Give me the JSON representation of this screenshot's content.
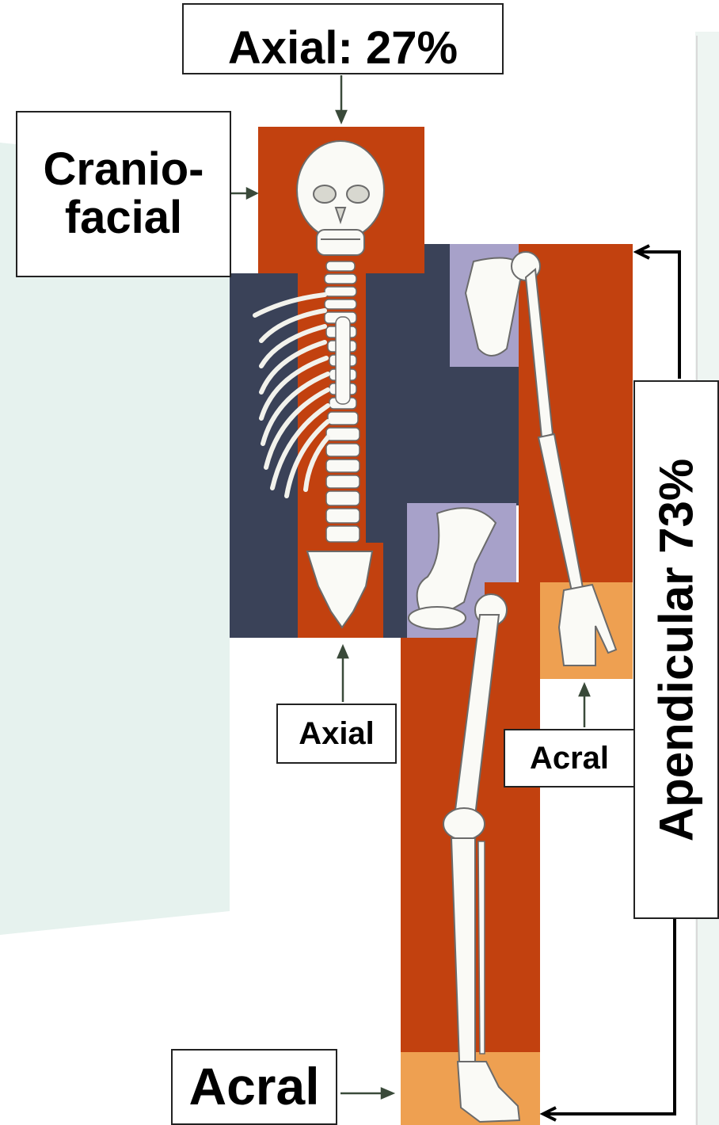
{
  "labels": {
    "axial_total": "Axial: 27%",
    "craniofacial_line1": "Cranio-",
    "craniofacial_line2": "facial",
    "axial": "Axial",
    "acral_hand": "Acral",
    "acral_foot": "Acral",
    "apendicular_total": "Apendicular 73%"
  },
  "colors": {
    "axial_region": "#c2410f",
    "trunk_region": "#3a4258",
    "girdle_region": "#a7a1c9",
    "acral_region": "#eea051",
    "bone": "#ffffff",
    "background_tint": "#e6f2ee"
  }
}
